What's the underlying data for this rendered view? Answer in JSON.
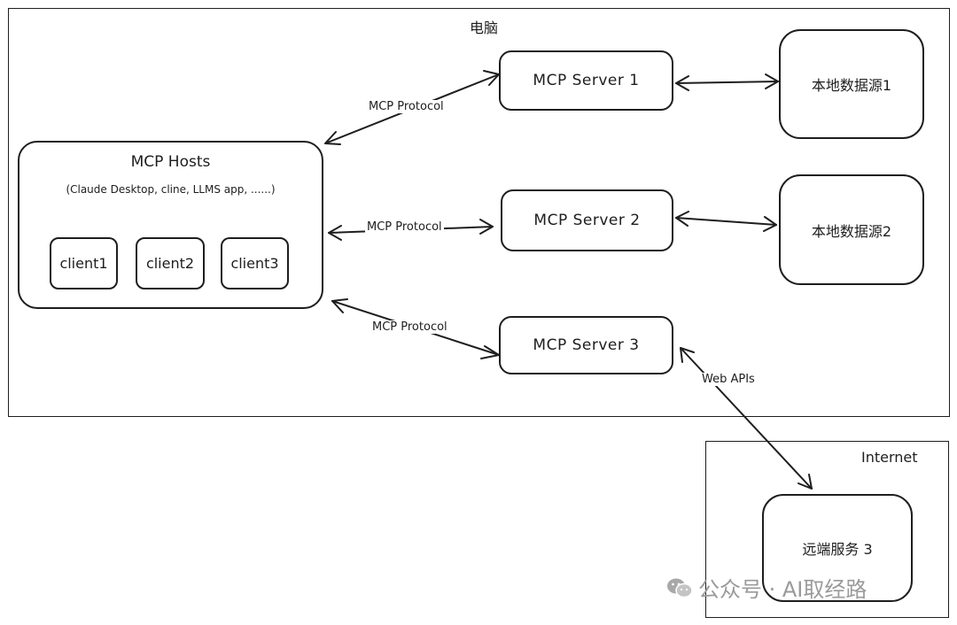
{
  "computer_frame": {
    "title": "电脑"
  },
  "internet_frame": {
    "title": "Internet"
  },
  "hosts": {
    "title": "MCP Hosts",
    "subtitle": "(Claude Desktop, cline, LLMS app, ......)",
    "clients": [
      "client1",
      "client2",
      "client3"
    ]
  },
  "servers": [
    "MCP Server 1",
    "MCP Server 2",
    "MCP Server 3"
  ],
  "data_sources": [
    "本地数据源1",
    "本地数据源2"
  ],
  "remote_service": "远端服务 3",
  "edge_labels": {
    "protocol_1": "MCP Protocol",
    "protocol_2": "MCP Protocol",
    "protocol_3": "MCP Protocol",
    "web_apis": "Web APIs"
  },
  "watermark": {
    "text": "公众号 · AI取经路",
    "icon": "wechat-icon"
  }
}
